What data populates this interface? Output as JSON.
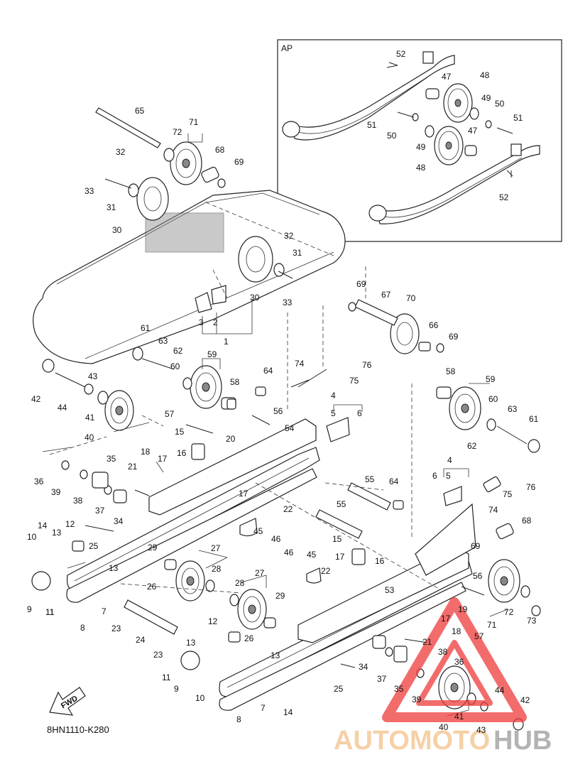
{
  "drawing_code": "8HN1110-K280",
  "inset_label": "AP",
  "fwd_label": "FWD",
  "watermark": {
    "word_a": "AUTOMOTO",
    "word_b": "HUB",
    "color_a": "#f2c28a",
    "color_b": "#9a9a9a",
    "triangle_color": "#ef3b3b"
  },
  "callouts": [
    {
      "id": "c1",
      "text": "52"
    },
    {
      "id": "c2",
      "text": "47"
    },
    {
      "id": "c3",
      "text": "48"
    },
    {
      "id": "c4",
      "text": "49"
    },
    {
      "id": "c5",
      "text": "50"
    },
    {
      "id": "c6",
      "text": "51"
    },
    {
      "id": "c7",
      "text": "51"
    },
    {
      "id": "c8",
      "text": "50"
    },
    {
      "id": "c9",
      "text": "49"
    },
    {
      "id": "c10",
      "text": "47"
    },
    {
      "id": "c11",
      "text": "48"
    },
    {
      "id": "c12",
      "text": "52"
    },
    {
      "id": "c13",
      "text": "65"
    },
    {
      "id": "c14",
      "text": "71"
    },
    {
      "id": "c15",
      "text": "72"
    },
    {
      "id": "c16",
      "text": "68"
    },
    {
      "id": "c17",
      "text": "69"
    },
    {
      "id": "c18",
      "text": "32"
    },
    {
      "id": "c19",
      "text": "33"
    },
    {
      "id": "c20",
      "text": "31"
    },
    {
      "id": "c21",
      "text": "30"
    },
    {
      "id": "c22",
      "text": "32"
    },
    {
      "id": "c23",
      "text": "31"
    },
    {
      "id": "c24",
      "text": "30"
    },
    {
      "id": "c25",
      "text": "33"
    },
    {
      "id": "c26",
      "text": "3"
    },
    {
      "id": "c27",
      "text": "2"
    },
    {
      "id": "c28",
      "text": "1"
    },
    {
      "id": "c29",
      "text": "69"
    },
    {
      "id": "c30",
      "text": "67"
    },
    {
      "id": "c31",
      "text": "70"
    },
    {
      "id": "c32",
      "text": "66"
    },
    {
      "id": "c33",
      "text": "69"
    },
    {
      "id": "c34",
      "text": "61"
    },
    {
      "id": "c35",
      "text": "63"
    },
    {
      "id": "c36",
      "text": "62"
    },
    {
      "id": "c37",
      "text": "60"
    },
    {
      "id": "c38",
      "text": "59"
    },
    {
      "id": "c39",
      "text": "58"
    },
    {
      "id": "c40",
      "text": "64"
    },
    {
      "id": "c41",
      "text": "74"
    },
    {
      "id": "c42",
      "text": "76"
    },
    {
      "id": "c43",
      "text": "75"
    },
    {
      "id": "c44",
      "text": "58"
    },
    {
      "id": "c45",
      "text": "59"
    },
    {
      "id": "c46",
      "text": "60"
    },
    {
      "id": "c47",
      "text": "63"
    },
    {
      "id": "c48",
      "text": "61"
    },
    {
      "id": "c49",
      "text": "62"
    },
    {
      "id": "c50",
      "text": "42"
    },
    {
      "id": "c51",
      "text": "44"
    },
    {
      "id": "c52",
      "text": "43"
    },
    {
      "id": "c53",
      "text": "41"
    },
    {
      "id": "c54",
      "text": "40"
    },
    {
      "id": "c55",
      "text": "57"
    },
    {
      "id": "c56",
      "text": "56"
    },
    {
      "id": "c57",
      "text": "54"
    },
    {
      "id": "c58",
      "text": "4"
    },
    {
      "id": "c59",
      "text": "5"
    },
    {
      "id": "c60",
      "text": "6"
    },
    {
      "id": "c61",
      "text": "15"
    },
    {
      "id": "c62",
      "text": "16"
    },
    {
      "id": "c63",
      "text": "20"
    },
    {
      "id": "c64",
      "text": "18"
    },
    {
      "id": "c65",
      "text": "17"
    },
    {
      "id": "c66",
      "text": "21"
    },
    {
      "id": "c67",
      "text": "35"
    },
    {
      "id": "c68",
      "text": "36"
    },
    {
      "id": "c69",
      "text": "39"
    },
    {
      "id": "c70",
      "text": "38"
    },
    {
      "id": "c71",
      "text": "37"
    },
    {
      "id": "c72",
      "text": "34"
    },
    {
      "id": "c73",
      "text": "17"
    },
    {
      "id": "c74",
      "text": "22"
    },
    {
      "id": "c75",
      "text": "45"
    },
    {
      "id": "c76",
      "text": "46"
    },
    {
      "id": "c77",
      "text": "55"
    },
    {
      "id": "c78",
      "text": "64"
    },
    {
      "id": "c79",
      "text": "55"
    },
    {
      "id": "c80",
      "text": "4"
    },
    {
      "id": "c81",
      "text": "6"
    },
    {
      "id": "c82",
      "text": "5"
    },
    {
      "id": "c83",
      "text": "75"
    },
    {
      "id": "c84",
      "text": "76"
    },
    {
      "id": "c85",
      "text": "74"
    },
    {
      "id": "c86",
      "text": "68"
    },
    {
      "id": "c87",
      "text": "69"
    },
    {
      "id": "c88",
      "text": "14"
    },
    {
      "id": "c89",
      "text": "12"
    },
    {
      "id": "c90",
      "text": "13"
    },
    {
      "id": "c91",
      "text": "10"
    },
    {
      "id": "c92",
      "text": "11"
    },
    {
      "id": "c93",
      "text": "25"
    },
    {
      "id": "c94",
      "text": "29"
    },
    {
      "id": "c95",
      "text": "13"
    },
    {
      "id": "c96",
      "text": "27"
    },
    {
      "id": "c97",
      "text": "28"
    },
    {
      "id": "c98",
      "text": "26"
    },
    {
      "id": "c99",
      "text": "9"
    },
    {
      "id": "c100",
      "text": "11"
    },
    {
      "id": "c101",
      "text": "7"
    },
    {
      "id": "c102",
      "text": "8"
    },
    {
      "id": "c103",
      "text": "23"
    },
    {
      "id": "c104",
      "text": "24"
    },
    {
      "id": "c105",
      "text": "23"
    },
    {
      "id": "c106",
      "text": "27"
    },
    {
      "id": "c107",
      "text": "28"
    },
    {
      "id": "c108",
      "text": "29"
    },
    {
      "id": "c109",
      "text": "26"
    },
    {
      "id": "c110",
      "text": "12"
    },
    {
      "id": "c111",
      "text": "13"
    },
    {
      "id": "c112",
      "text": "13"
    },
    {
      "id": "c113",
      "text": "11"
    },
    {
      "id": "c114",
      "text": "9"
    },
    {
      "id": "c115",
      "text": "10"
    },
    {
      "id": "c116",
      "text": "7"
    },
    {
      "id": "c117",
      "text": "8"
    },
    {
      "id": "c118",
      "text": "14"
    },
    {
      "id": "c119",
      "text": "15"
    },
    {
      "id": "c120",
      "text": "46"
    },
    {
      "id": "c121",
      "text": "45"
    },
    {
      "id": "c122",
      "text": "17"
    },
    {
      "id": "c123",
      "text": "16"
    },
    {
      "id": "c124",
      "text": "22"
    },
    {
      "id": "c125",
      "text": "53"
    },
    {
      "id": "c126",
      "text": "19"
    },
    {
      "id": "c127",
      "text": "17"
    },
    {
      "id": "c128",
      "text": "18"
    },
    {
      "id": "c129",
      "text": "21"
    },
    {
      "id": "c130",
      "text": "34"
    },
    {
      "id": "c131",
      "text": "25"
    },
    {
      "id": "c132",
      "text": "37"
    },
    {
      "id": "c133",
      "text": "35"
    },
    {
      "id": "c134",
      "text": "38"
    },
    {
      "id": "c135",
      "text": "36"
    },
    {
      "id": "c136",
      "text": "39"
    },
    {
      "id": "c137",
      "text": "40"
    },
    {
      "id": "c138",
      "text": "41"
    },
    {
      "id": "c139",
      "text": "43"
    },
    {
      "id": "c140",
      "text": "44"
    },
    {
      "id": "c141",
      "text": "42"
    },
    {
      "id": "c142",
      "text": "56"
    },
    {
      "id": "c143",
      "text": "57"
    },
    {
      "id": "c144",
      "text": "71"
    },
    {
      "id": "c145",
      "text": "72"
    },
    {
      "id": "c146",
      "text": "73"
    }
  ]
}
